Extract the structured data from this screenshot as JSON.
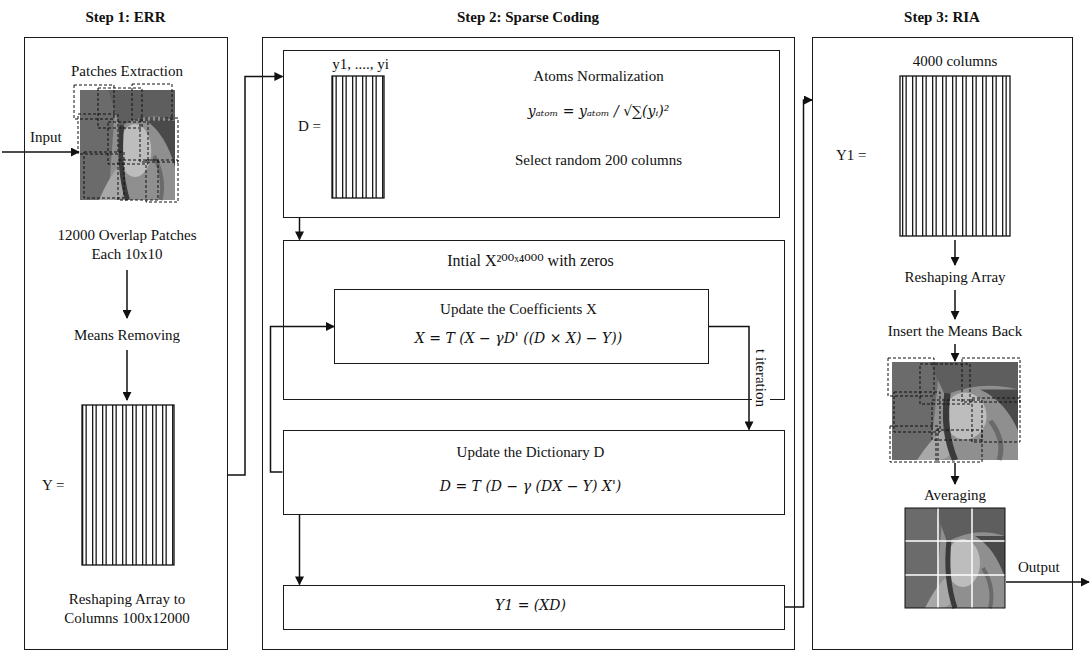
{
  "diagram": {
    "nodes": [
      {
        "text": [
          "Step 1: ERR"
        ]
      },
      {
        "text": [
          "Step 2: Sparse Coding"
        ]
      },
      {
        "text": [
          "Step 3: RIA"
        ]
      },
      {
        "text": [
          "D =",
          "y1, ...., yi",
          "Atoms Normalization",
          "yₐₜₒₘ = yₐₜₒₘ / √∑(yᵢ)²",
          "Select random 200 columns"
        ],
        "in": 1
      },
      {
        "text": [
          "Intial X²⁰⁰ˣ⁴⁰⁰⁰ with zeros"
        ],
        "in": 1
      },
      {
        "text": [
          "Update the Coefficients X",
          "X = T (X − γD' ((D × X) − Y))"
        ],
        "in": 4
      },
      {
        "text": [
          "Update the Dictionary D",
          "D = T (D − γ (DX − Y) X')"
        ],
        "in": 1
      },
      {
        "text": [
          "Y1 = (XD)"
        ],
        "in": 1
      }
    ],
    "edges": [
      {
        "from": 0,
        "to": 3,
        "arrow": "to"
      },
      {
        "from": 3,
        "to": 4,
        "arrow": "to"
      },
      {
        "from": 5,
        "to": 6,
        "label": "t iteration",
        "arrow": "to"
      },
      {
        "from": 6,
        "to": 5,
        "arrow": "to"
      },
      {
        "from": 6,
        "to": 7,
        "arrow": "to"
      },
      {
        "from": 7,
        "to": 2,
        "arrow": "to"
      }
    ],
    "labels": [
      "Patches Extraction",
      "Input",
      "12000 Overlap Patches Each 10x10",
      "Means Removing",
      "Y =",
      "Reshaping Array to Columns 100x12000",
      "4000 columns",
      "Y1 =",
      "Reshaping Array",
      "Insert the Means Back",
      "Averaging",
      "Output"
    ]
  }
}
